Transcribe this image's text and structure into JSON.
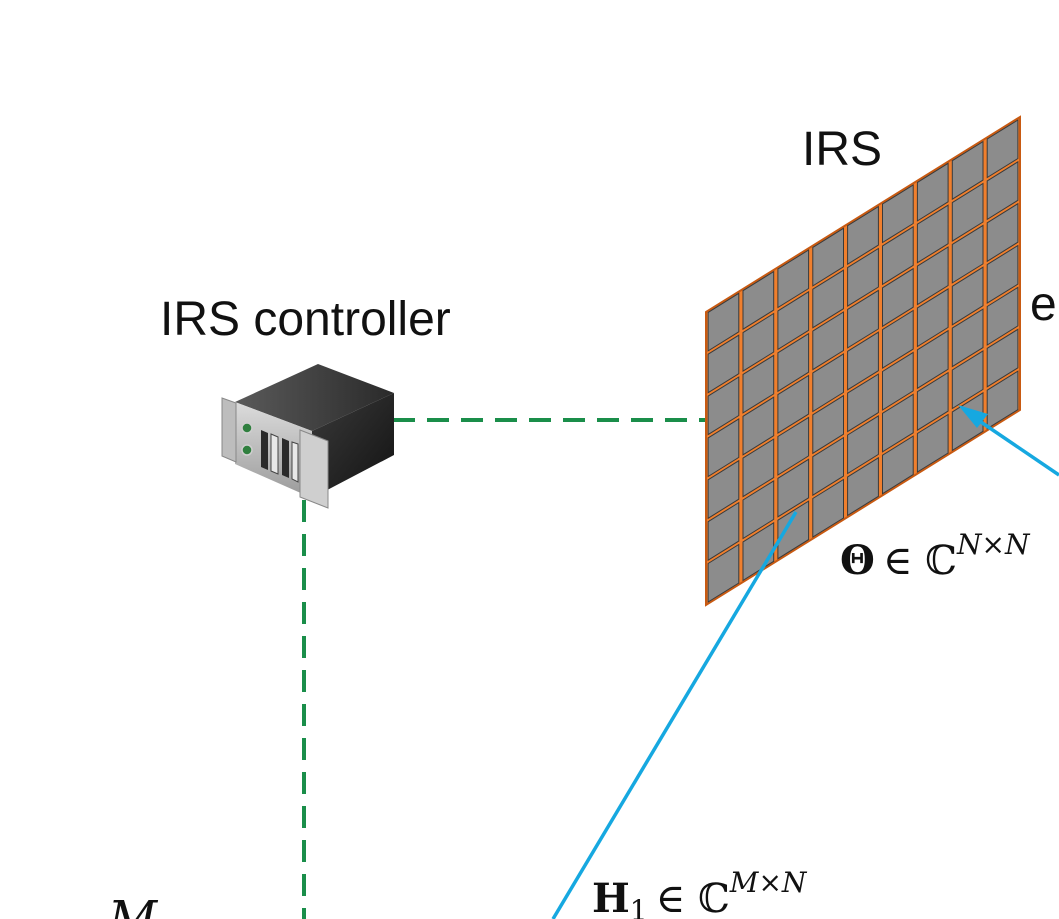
{
  "labels": {
    "irs": "IRS",
    "irs_controller": "IRS controller",
    "element_partial": "e",
    "theta_symbol": "Θ",
    "theta_rel": "∈ ℂ",
    "theta_exp": "N×N",
    "h1_symbol": "H",
    "h1_sub": "1",
    "h1_rel": "∈ ℂ",
    "h1_exp": "M×N",
    "m_partial": "M"
  },
  "colors": {
    "irs_frame": "#F07F2D",
    "irs_element": "#8C8C8C",
    "control_link": "#1A8E4A",
    "channel_link": "#16A8E0"
  },
  "irs_grid": {
    "rows": 7,
    "cols": 9
  }
}
